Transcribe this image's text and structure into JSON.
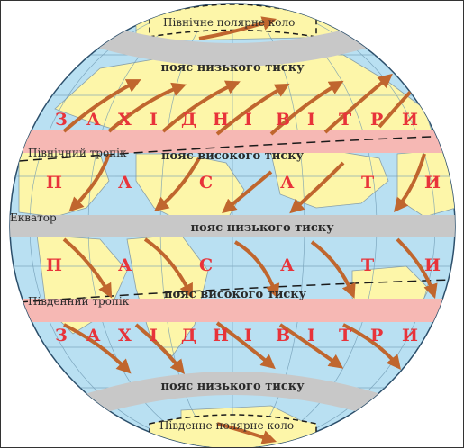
{
  "labels": {
    "polar_circle_north": "Північне полярне коло",
    "polar_circle_south": "Південне полярне коло",
    "tropic_north": "Північний тропік",
    "tropic_south": "Південний тропік",
    "equator": "Екватор"
  },
  "belts": {
    "low_pressure_north": "пояс низького тиску",
    "high_pressure_north": "пояс високого тиску",
    "low_pressure_equator": "пояс низького тиску",
    "high_pressure_south": "пояс високого тиску",
    "low_pressure_south": "пояс низького тиску"
  },
  "winds": {
    "westerlies_north": [
      "З",
      "А",
      "Х",
      "І",
      "Д",
      "Н",
      "І",
      "В",
      "І",
      "Т",
      "Р",
      "И"
    ],
    "trade_north": [
      "П",
      "А",
      "С",
      "А",
      "Т",
      "И"
    ],
    "trade_south": [
      "П",
      "А",
      "С",
      "А",
      "Т",
      "И"
    ],
    "westerlies_south": [
      "З",
      "А",
      "Х",
      "І",
      "Д",
      "Н",
      "І",
      "В",
      "І",
      "Т",
      "Р",
      "И"
    ]
  },
  "colors": {
    "ocean": "#b9e0f2",
    "land": "#fdf6a9",
    "low_belt": "#c8c8c8",
    "high_belt": "#f6b8b4",
    "arrow": "#c0662e",
    "wind_text": "#e8333a"
  }
}
